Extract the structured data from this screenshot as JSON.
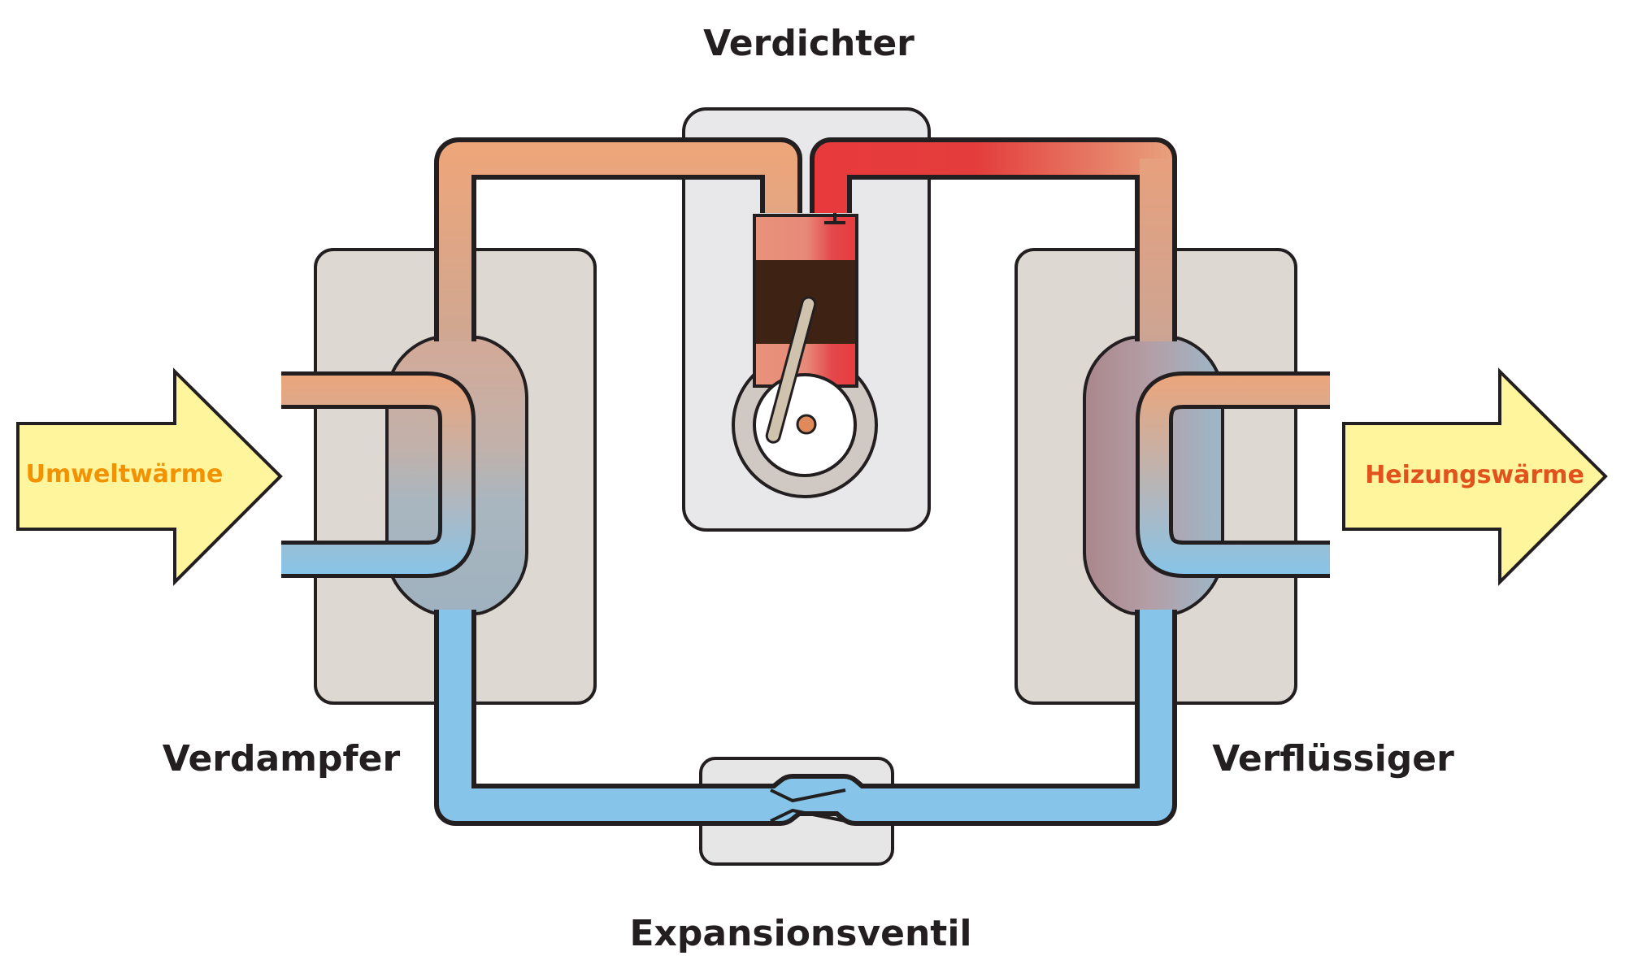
{
  "labels": {
    "compressor": "Verdichter",
    "evaporator": "Verdampfer",
    "condenser": "Verflüssiger",
    "expansion_valve": "Expansionsventil"
  },
  "arrows": {
    "input": {
      "label": "Umweltwärme",
      "text_color": "#f39200",
      "fill": "#fff59d"
    },
    "output": {
      "label": "Heizungswärme",
      "text_color": "#e2521d",
      "fill": "#fff59d"
    }
  },
  "colors": {
    "hot": "#e83a3c",
    "warm": "#eda57a",
    "cold": "#86c5e9",
    "outline": "#231f20",
    "housing": "#ded8d3",
    "compressor_housing": "#e8e8ea",
    "piston": "#3e2315"
  }
}
